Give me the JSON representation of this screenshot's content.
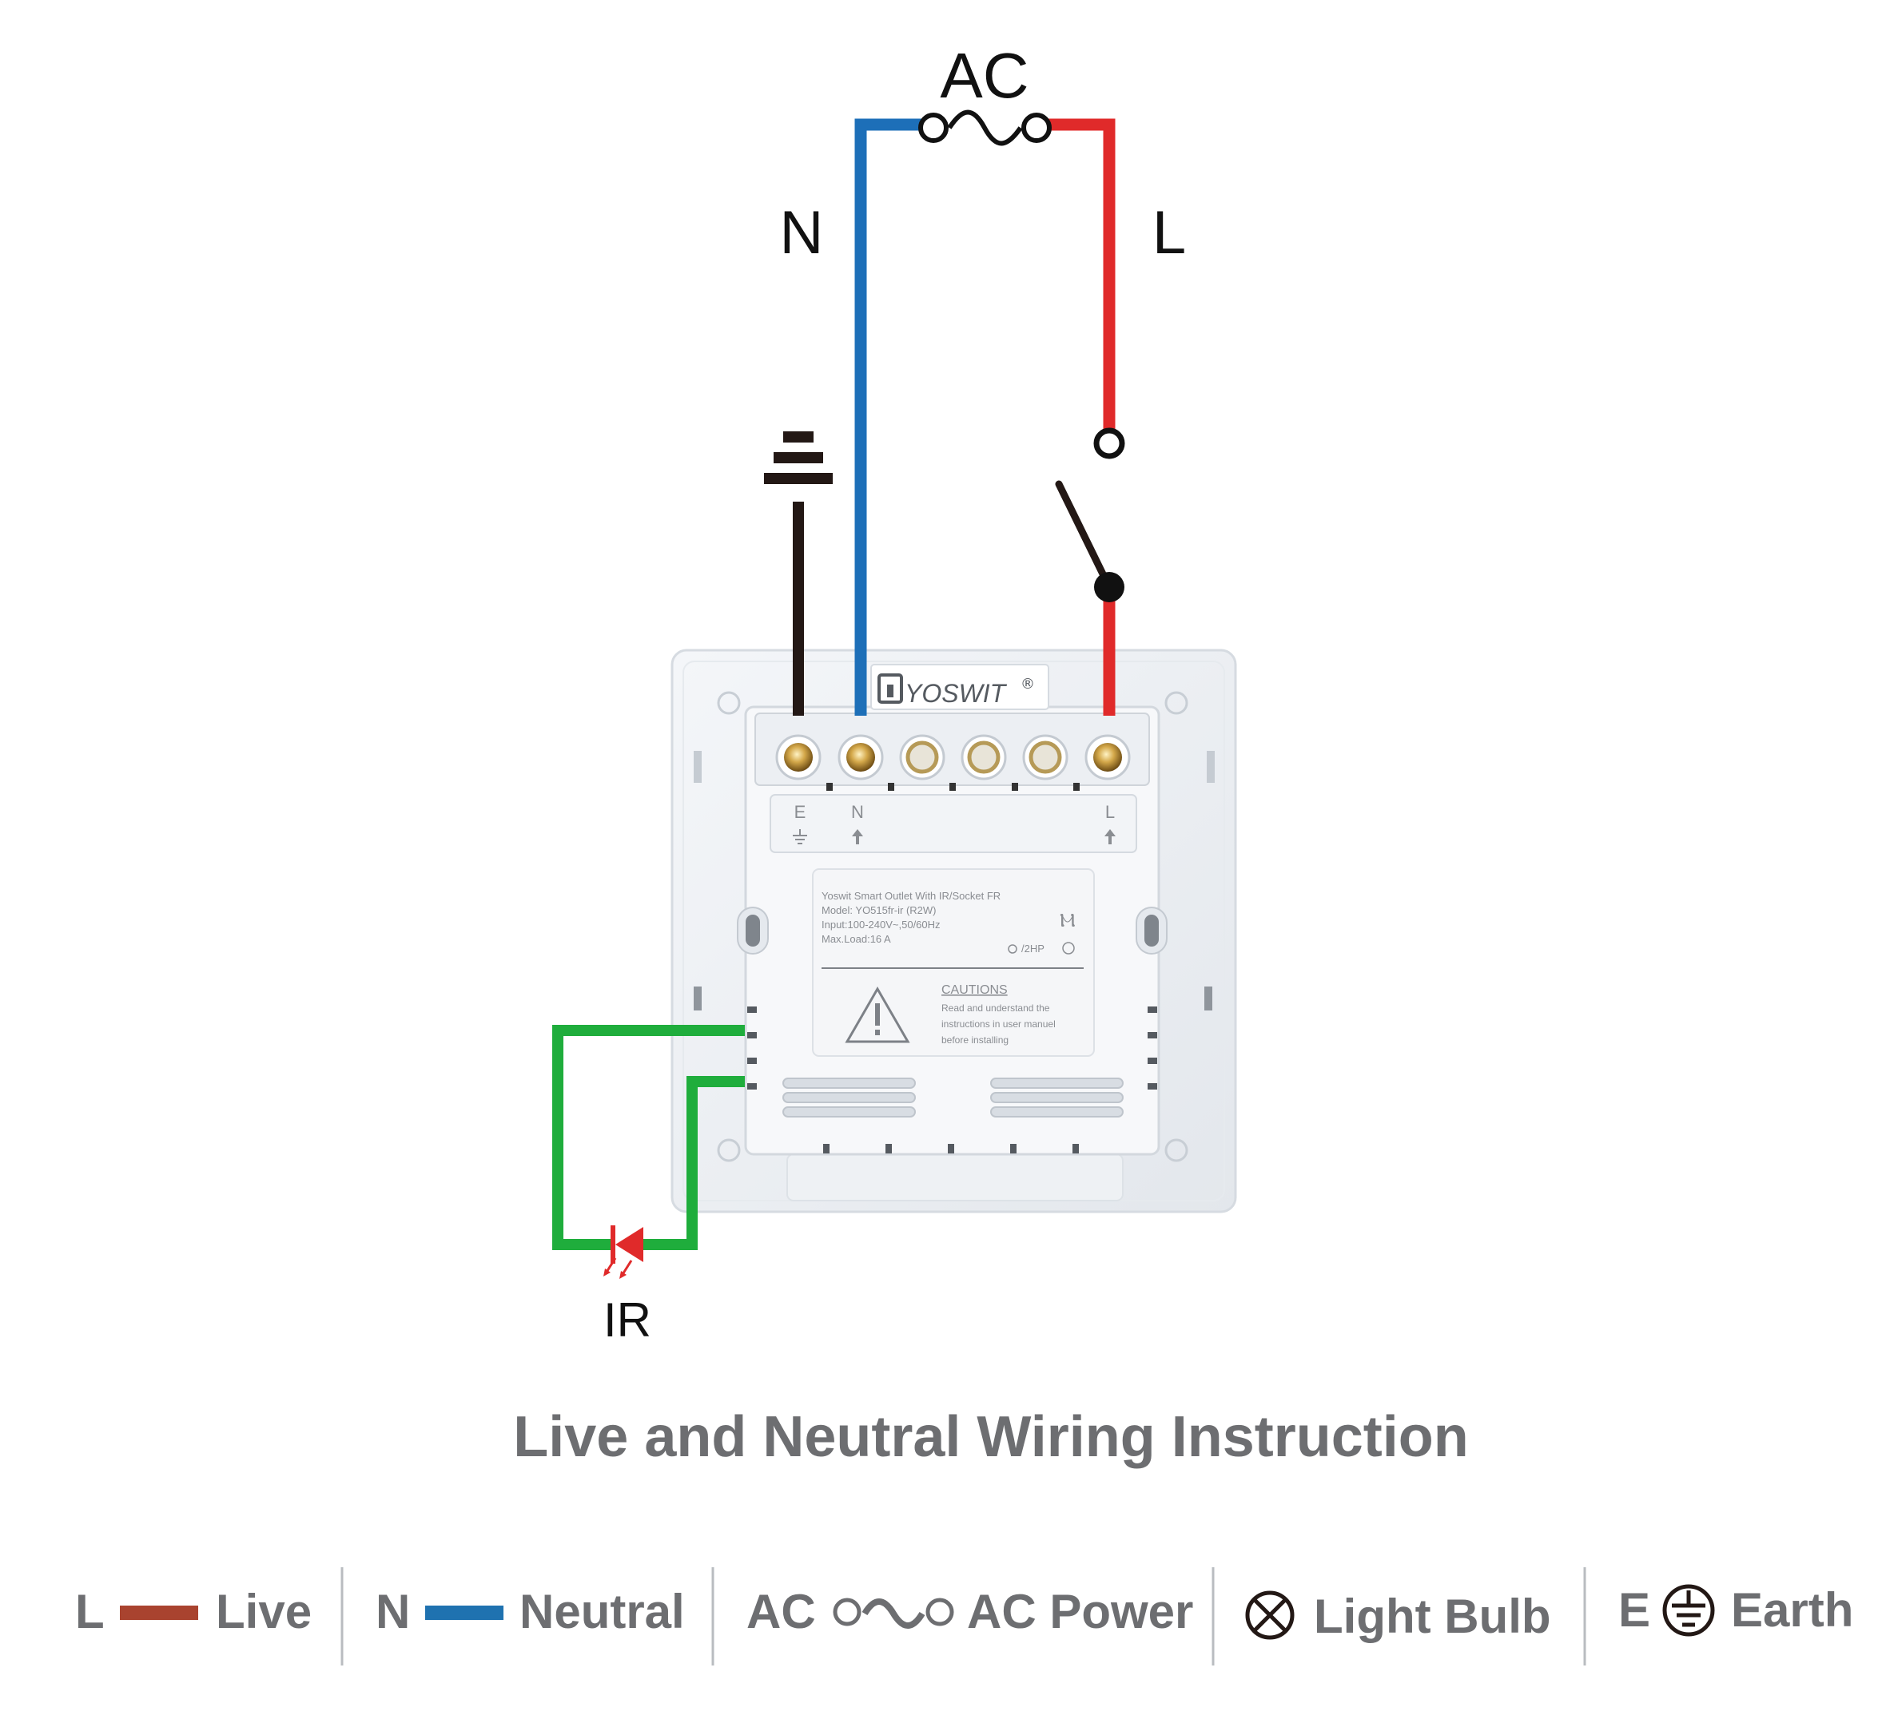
{
  "diagram": {
    "ac_label": "AC",
    "neutral_label": "N",
    "live_label": "L",
    "ir_label": "IR",
    "title": "Live and Neutral Wiring Instruction",
    "brand": "YOSWIT",
    "brand_mark": "®",
    "terminals": {
      "e": "E",
      "n": "N",
      "l": "L"
    },
    "product_label": {
      "line1": "Yoswit Smart Outlet With IR/Socket FR",
      "line2": "Model: YO515fr-ir (R2W)",
      "line3": "Input:100-240V~,50/60Hz",
      "line4": "Max.Load:16 A",
      "rating": "/2HP"
    },
    "cautions": {
      "heading": "CAUTIONS",
      "line1": "Read and understand the",
      "line2": "instructions in user manuel",
      "line3": "before installing"
    }
  },
  "legend": [
    {
      "key": "L",
      "label": "Live",
      "symbol": "brown-line"
    },
    {
      "key": "N",
      "label": "Neutral",
      "symbol": "blue-line"
    },
    {
      "key": "AC",
      "label": "AC Power",
      "symbol": "ac-source"
    },
    {
      "key": "",
      "label": "Light Bulb",
      "symbol": "light-bulb"
    },
    {
      "key": "E",
      "label": "Earth",
      "symbol": "earth"
    }
  ],
  "colors": {
    "live": "#e02a2a",
    "neutral": "#1d6fb8",
    "earth": "#231815",
    "ir": "#1fad3c",
    "legend_live": "#a9432f",
    "legend_neutral": "#1f72b0",
    "caption": "#6d6e71"
  }
}
